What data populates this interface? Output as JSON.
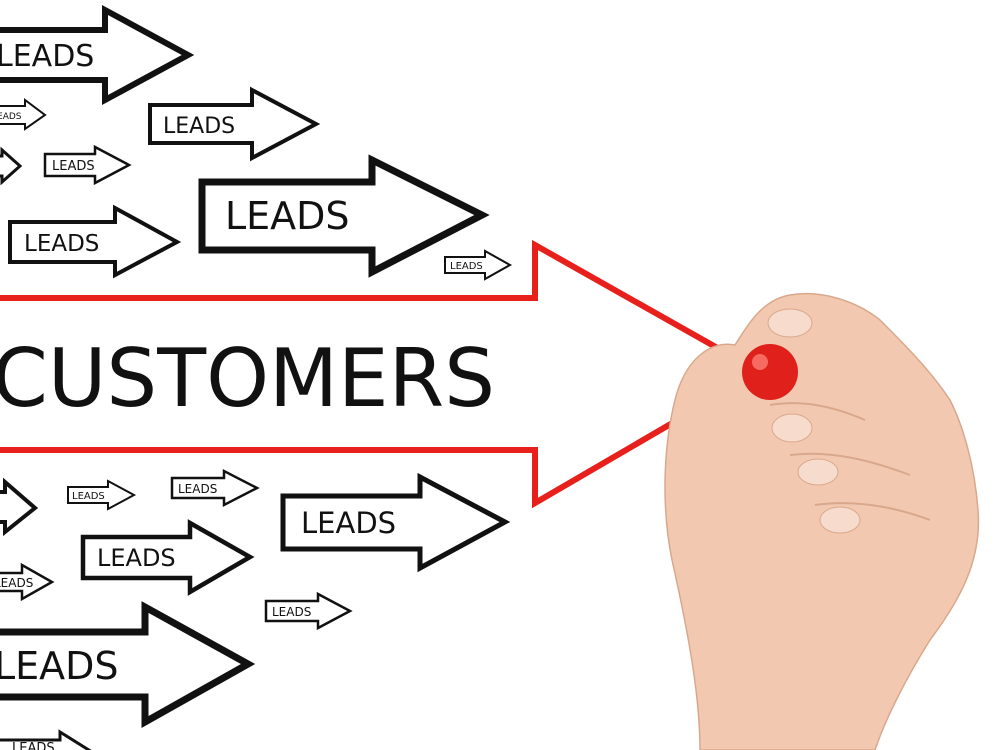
{
  "scene": {
    "main_label": "CUSTOMERS",
    "arrow_label": "LEADS",
    "colors": {
      "main_arrow": "#e8201c",
      "lead_arrows": "#111111",
      "marker": "#e0211b",
      "skin": "#f2c9b0",
      "background": "#ffffff"
    },
    "icons": [
      "lead-arrow-icon",
      "customers-arrow-icon",
      "hand-with-marker"
    ]
  },
  "lead_arrows": [
    {
      "label": "LEADS"
    },
    {
      "label": "LEADS"
    },
    {
      "label": "LEADS"
    },
    {
      "label": "LEADS"
    },
    {
      "label": "LEADS"
    },
    {
      "label": "LEADS"
    },
    {
      "label": "LEADS"
    },
    {
      "label": "LEADS"
    },
    {
      "label": "LEADS"
    },
    {
      "label": "LEADS"
    },
    {
      "label": "LEADS"
    },
    {
      "label": "LEADS"
    },
    {
      "label": "LEADS"
    },
    {
      "label": "LEADS"
    },
    {
      "label": "LEADS"
    }
  ]
}
